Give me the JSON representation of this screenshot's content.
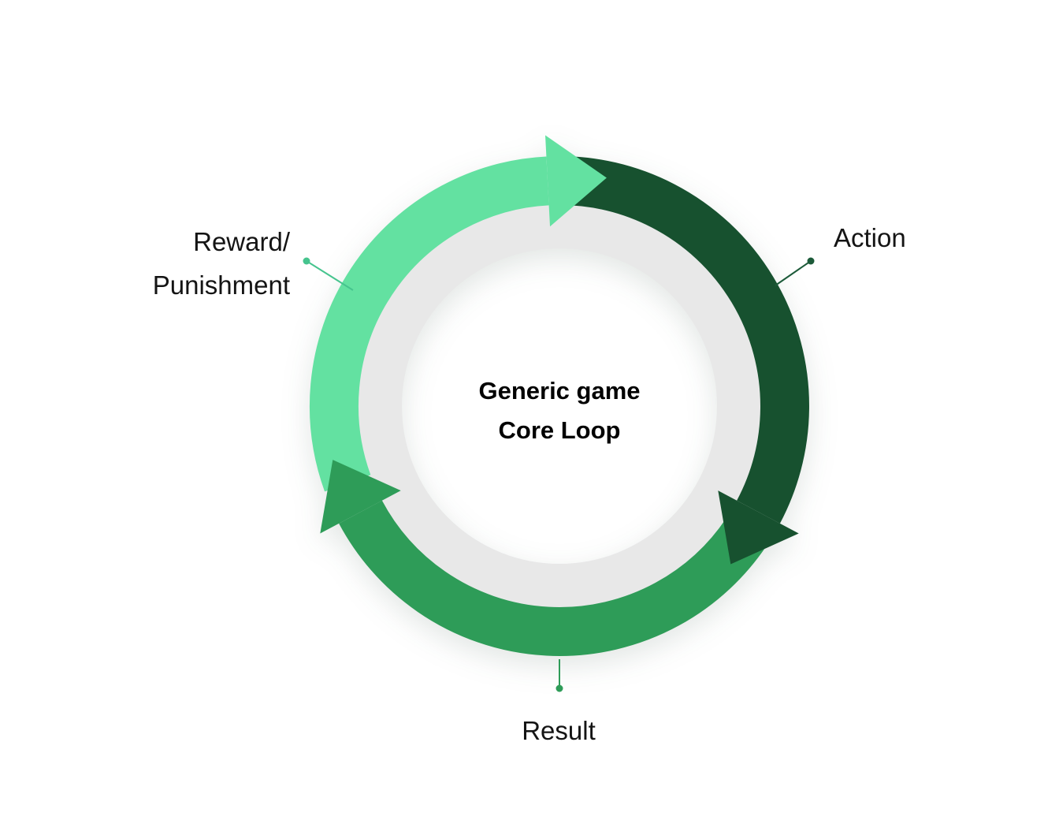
{
  "diagram": {
    "center_title": {
      "line1": "Generic game",
      "line2": "Core Loop"
    },
    "steps": {
      "action": {
        "label": "Action",
        "arc_color": "#17512F",
        "connector_color": "#1C5A39"
      },
      "result": {
        "label": "Result",
        "arc_color": "#2E9C58",
        "connector_color": "#2E9C58"
      },
      "reward": {
        "label_line1": "Reward/",
        "label_line2": "Punishment",
        "arc_color": "#63E1A1",
        "connector_color": "#46C48E"
      }
    },
    "ring_color": "#E8E8E8",
    "flow_order": [
      "Action",
      "Result",
      "Reward/Punishment"
    ]
  }
}
